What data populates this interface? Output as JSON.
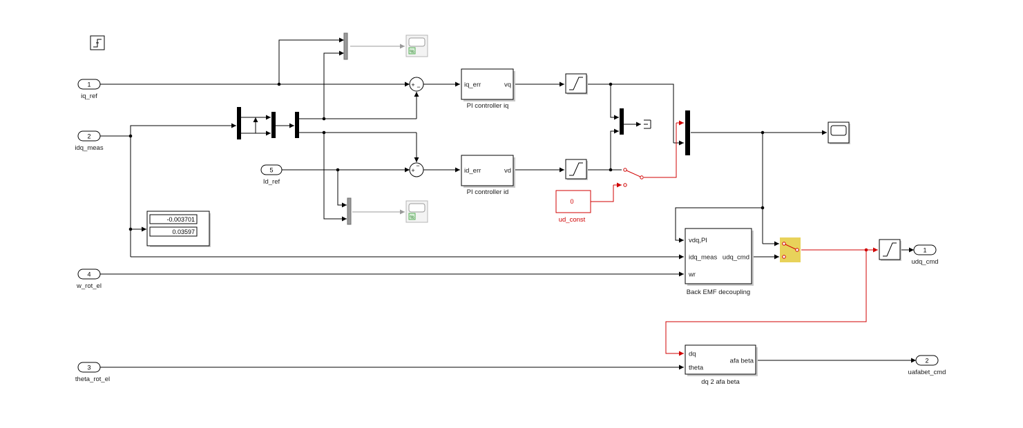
{
  "inports": [
    {
      "num": "1",
      "label": "iq_ref"
    },
    {
      "num": "2",
      "label": "idq_meas"
    },
    {
      "num": "5",
      "label": "Id_ref"
    },
    {
      "num": "4",
      "label": "w_rot_el"
    },
    {
      "num": "3",
      "label": "theta_rot_el"
    }
  ],
  "outports": [
    {
      "num": "1",
      "label": "udq_cmd"
    },
    {
      "num": "2",
      "label": "uafabet_cmd"
    }
  ],
  "subsystems": {
    "pi_iq": {
      "in": "iq_err",
      "out": "vq",
      "label": "PI controller iq"
    },
    "pi_id": {
      "in": "id_err",
      "out": "vd",
      "label": "PI controller id"
    },
    "bemf": {
      "in1": "vdq,PI",
      "in2": "idq_meas",
      "in3": "wr",
      "out": "udq_cmd",
      "label": "Back EMF decoupling"
    },
    "dq2ab": {
      "in1": "dq",
      "in2": "theta",
      "out": "afa beta",
      "label": "dq 2 afa beta"
    }
  },
  "constant": {
    "value": "0",
    "label": "ud_const"
  },
  "display": {
    "values": [
      "-0.003701",
      "0.03597"
    ]
  },
  "sum_signs": {
    "iq": [
      "+",
      "−"
    ],
    "id": [
      "+",
      "−"
    ]
  },
  "colors": {
    "line": "#000000",
    "highlight": "#d00000",
    "switch_fill": "#e8d25a",
    "inactive": "#9a9a9a"
  }
}
